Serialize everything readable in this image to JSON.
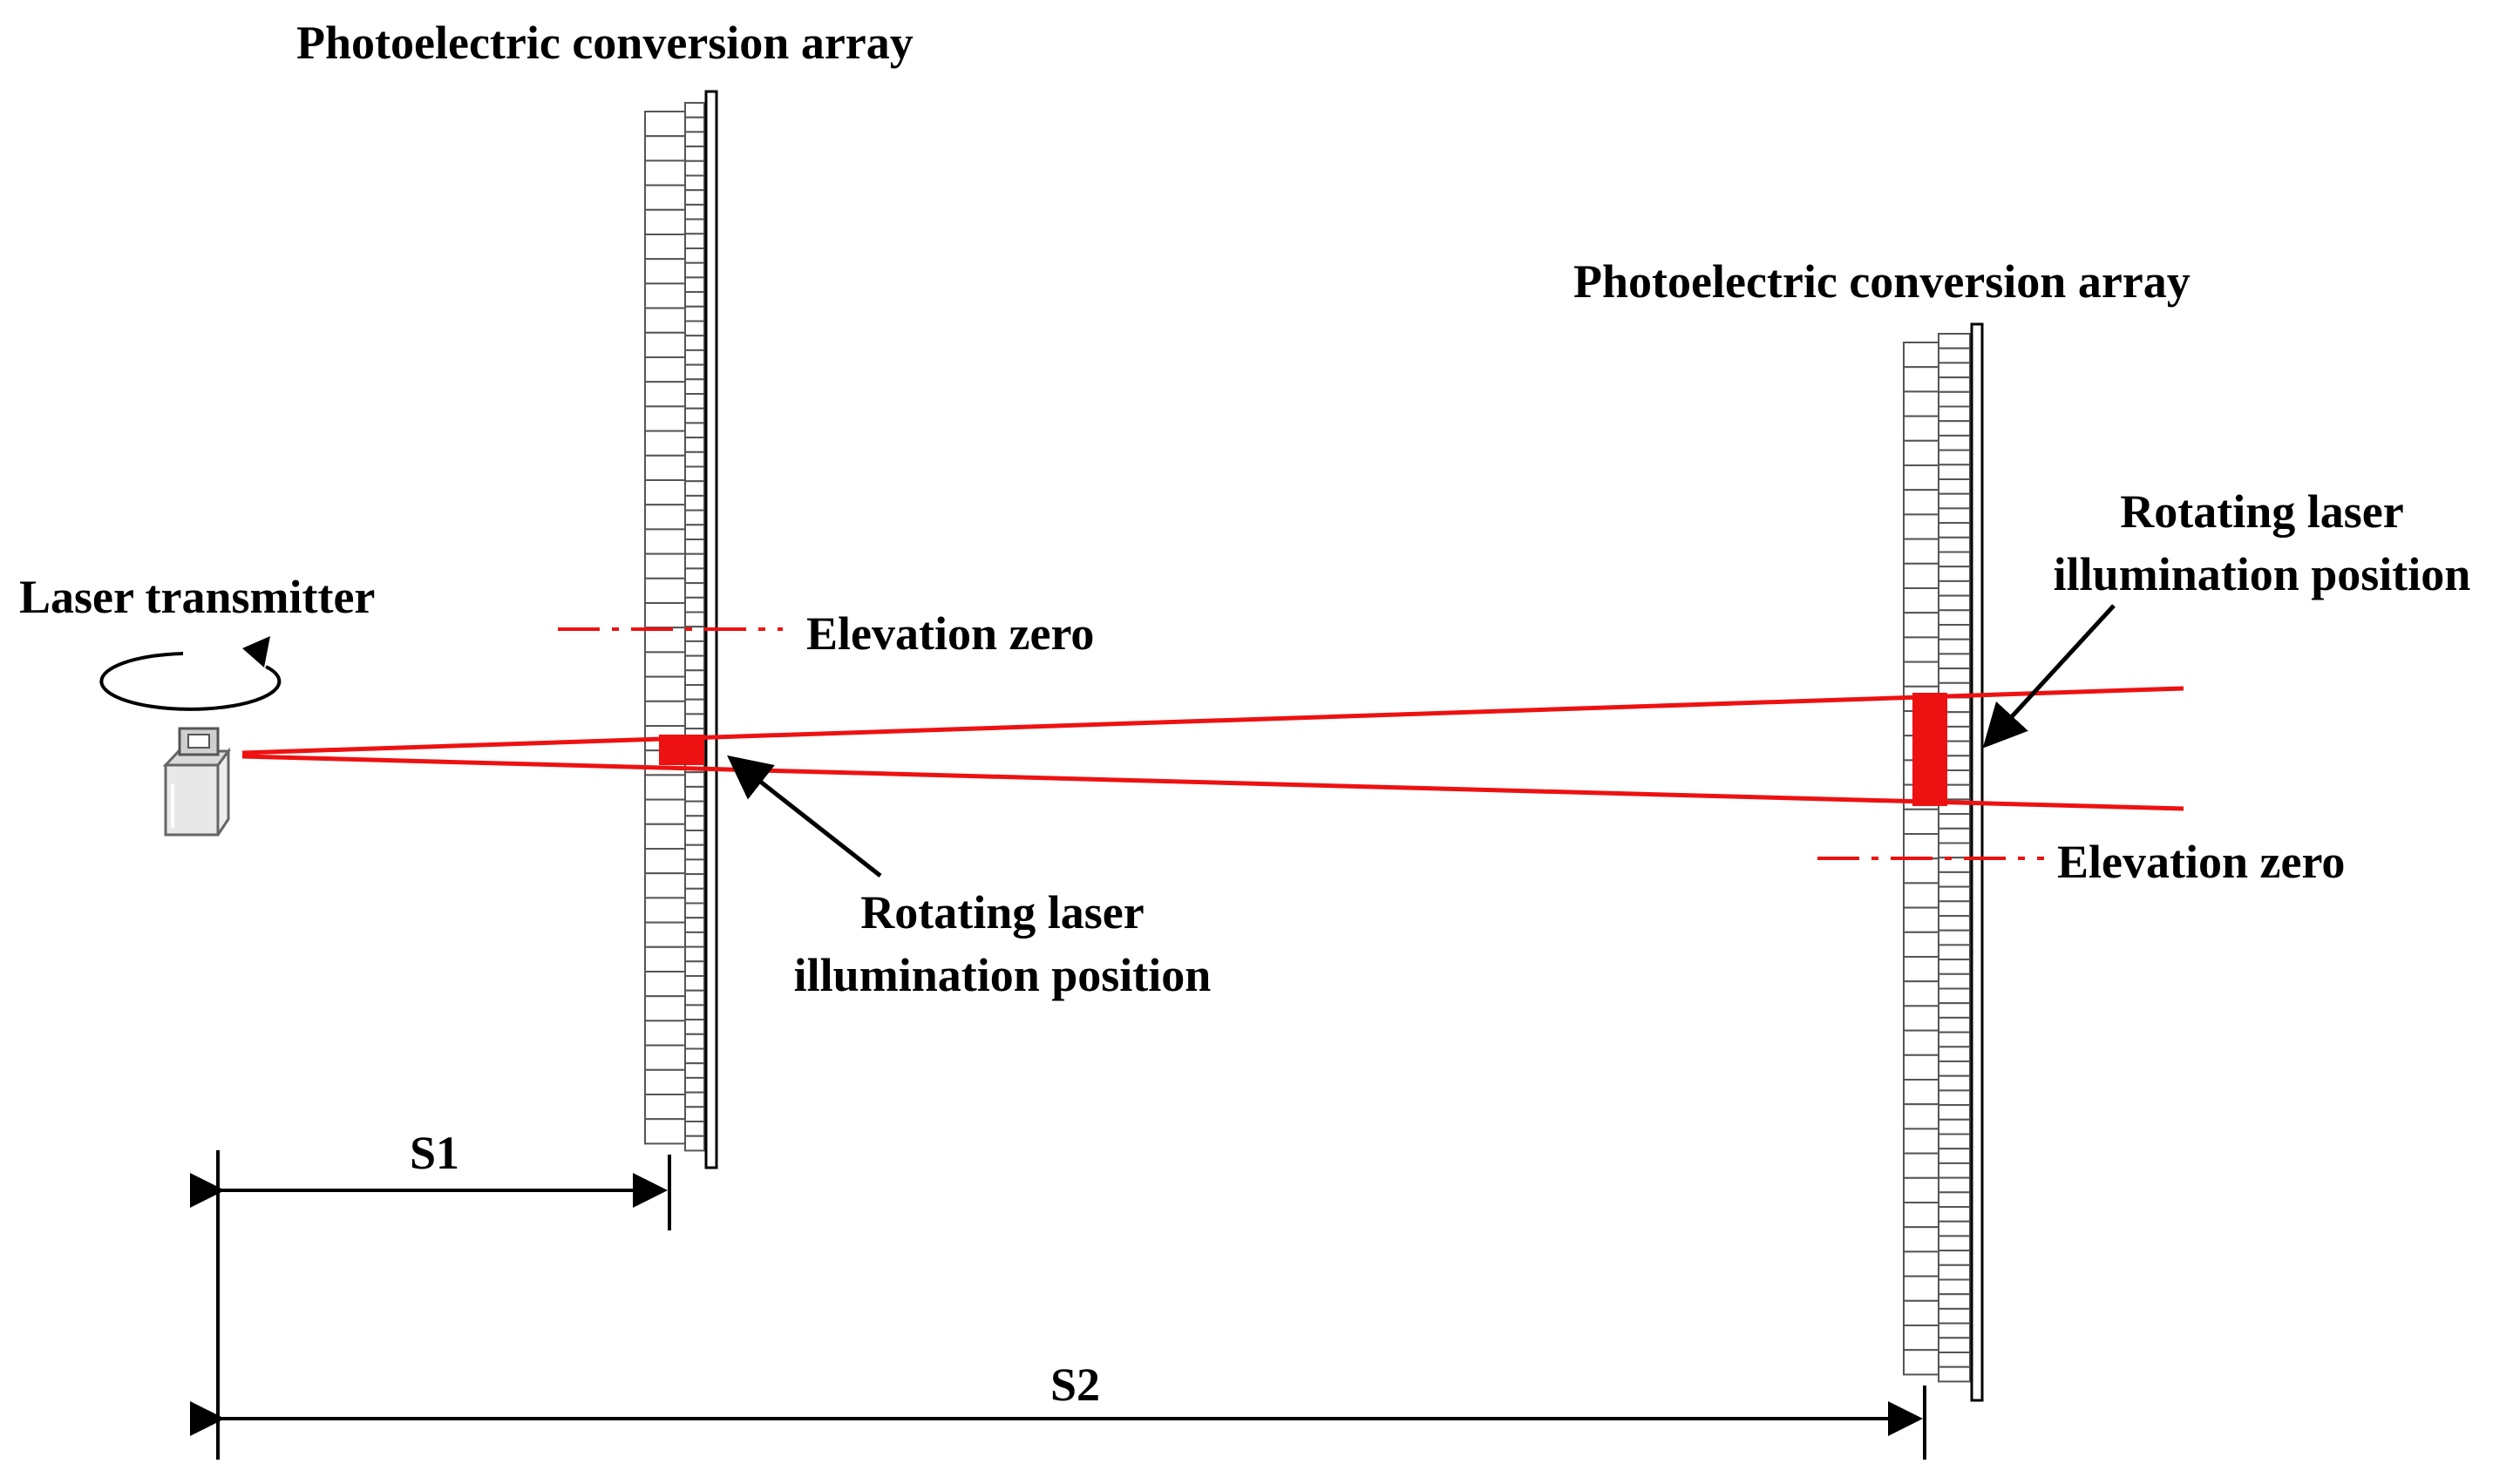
{
  "labels": {
    "array_title_1": "Photoelectric conversion array",
    "array_title_2": "Photoelectric conversion array",
    "laser_transmitter": "Laser transmitter",
    "elevation_zero_1": "Elevation zero",
    "elevation_zero_2": "Elevation zero",
    "illum_1_line1": "Rotating laser",
    "illum_1_line2": "illumination position",
    "illum_2_line1": "Rotating laser",
    "illum_2_line2": "illumination position",
    "s1": "S1",
    "s2": "S2"
  },
  "colors": {
    "laser": "#ee1111",
    "stroke": "#000000",
    "cell_stroke": "#555555",
    "device_fill": "#e6e6e6"
  }
}
